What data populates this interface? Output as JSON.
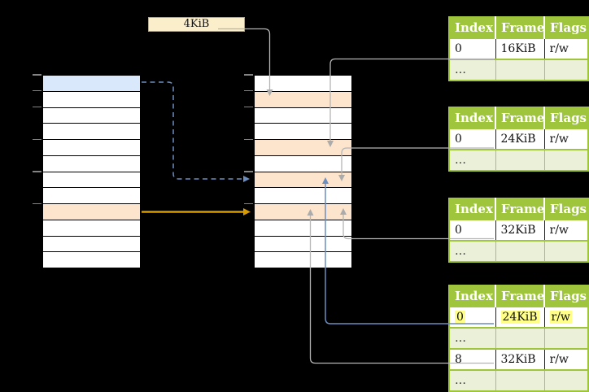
{
  "label": {
    "text": "4KiB"
  },
  "tables": [
    {
      "headers": [
        "Index",
        "Frame",
        "Flags"
      ],
      "rows": [
        {
          "cells": [
            "0",
            "16KiB",
            "r/w"
          ],
          "highlighted": false
        },
        {
          "cells": [
            "…",
            "",
            ""
          ],
          "highlighted": false
        }
      ]
    },
    {
      "headers": [
        "Index",
        "Frame",
        "Flags"
      ],
      "rows": [
        {
          "cells": [
            "0",
            "24KiB",
            "r/w"
          ],
          "highlighted": false
        },
        {
          "cells": [
            "…",
            "",
            ""
          ],
          "highlighted": false
        }
      ]
    },
    {
      "headers": [
        "Index",
        "Frame",
        "Flags"
      ],
      "rows": [
        {
          "cells": [
            "0",
            "32KiB",
            "r/w"
          ],
          "highlighted": false
        },
        {
          "cells": [
            "…",
            "",
            ""
          ],
          "highlighted": false
        }
      ]
    },
    {
      "headers": [
        "Index",
        "Frame",
        "Flags"
      ],
      "rows": [
        {
          "cells": [
            "0",
            "24KiB",
            "r/w"
          ],
          "highlighted": true
        },
        {
          "cells": [
            "…",
            "",
            ""
          ],
          "highlighted": false
        },
        {
          "cells": [
            "8",
            "32KiB",
            "r/w"
          ],
          "highlighted": false
        },
        {
          "cells": [
            "…",
            "",
            ""
          ],
          "highlighted": false
        }
      ]
    }
  ],
  "memory_columns": {
    "left_rows": 12,
    "middle_rows": 12,
    "left_highlight_blue_row": 1,
    "left_highlight_orange_row": 9,
    "middle_highlight_orange_rows": [
      2,
      5,
      7,
      9
    ]
  },
  "colors": {
    "header_green": "#9EC53B",
    "row_light_green": "#EAF1D8",
    "row_orange": "#FCE5CC",
    "row_blue": "#DAE8FC",
    "label_cream": "#FBEFCB",
    "highlight_yellow": "#FFFF87",
    "arrow_gray": "#B3B3B3",
    "arrow_blue": "#6C8EBF",
    "arrow_orange": "#D79B00"
  }
}
